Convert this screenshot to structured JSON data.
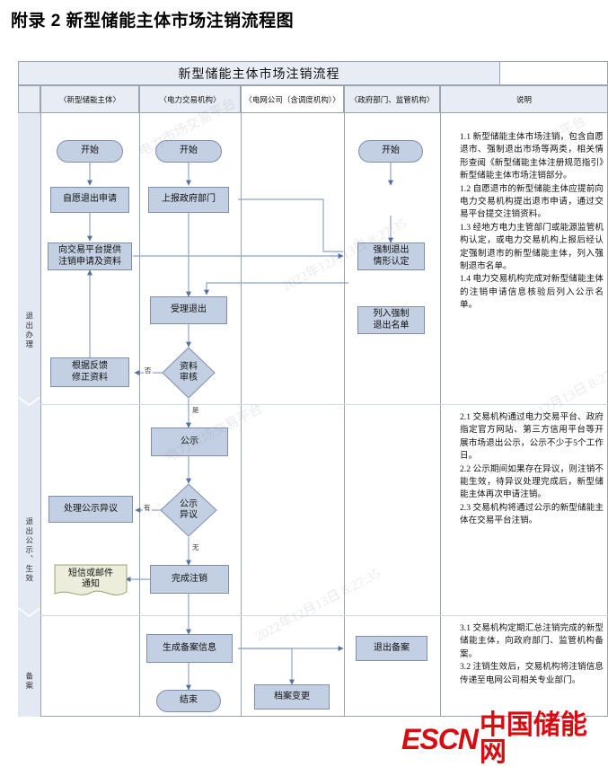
{
  "page": {
    "title": "附录 2  新型储能主体市场注销流程图",
    "logo_latin": "ESCN",
    "logo_cn": "中国储能网",
    "logo_color": "#d80b12"
  },
  "table": {
    "banner_title": "新型储能主体市场注销流程",
    "headers": [
      "",
      "〈新型储能主体〉",
      "〈电力交易机构〉",
      "〈电网公司（含调度机构）〉",
      "〈政府部门、监管机构〉",
      "说明"
    ],
    "stages": [
      "退出办理",
      "退出公示、生效",
      "备案"
    ]
  },
  "nodes": {
    "c1_start": "开始",
    "c1_voluntary": "自愿退出申请",
    "c1_provide": "向交易平台提供\n注销申请及资料",
    "c1_fix": "根据反馈\n修正资料",
    "c1_objection": "处理公示异议",
    "c1_notice": "短信或邮件\n通知",
    "c2_start": "开始",
    "c2_report": "上报政府部门",
    "c2_accept": "受理退出",
    "c2_review": "资料\n审核",
    "c2_publicity": "公示",
    "c2_pub_objection": "公示\n异议",
    "c2_finish": "完成注销",
    "c2_record_gen": "生成备案信息",
    "c2_end": "结束",
    "c3_archive": "档案变更",
    "c4_start": "开始",
    "c4_forced": "强制退出\n情形认定",
    "c4_list": "列入强制\n退出名单",
    "c4_record": "退出备案"
  },
  "edge_labels": {
    "review_yes": "是",
    "review_no": "否",
    "objection_yes": "有",
    "objection_no": "无"
  },
  "notes": {
    "section1": [
      "1.1 新型储能主体市场注销，包含自愿退市、强制退出市场等两类，相关情形查阅《新型储能主体注册规范指引》新型储能主体市场注销部分。",
      "1.2 自愿退市的新型储能主体应提前向电力交易机构提出退市申请，通过交易平台提交注销资料。",
      "1.3 经地方电力主管部门或能源监管机构认定，或电力交易机构上报后经认定强制退市的新型储能主体，列入强制退市名单。",
      "1.4 电力交易机构完成对新型储能主体的注销申请信息核验后列入公示名单。"
    ],
    "section2": [
      "2.1 交易机构通过电力交易平台、政府指定官方网站、第三方信用平台等开展市场退出公示，公示不少于5个工作日。",
      "2.2 公示期间如果存在异议，则注销不能生效，待异议处理完成后，新型储能主体再次申请注销。",
      "2.3 交易机构将通过公示的新型储能主体在交易平台注销。"
    ],
    "section3": [
      "3.1 交易机构定期汇总注销完成的新型储能主体，向政府部门、监管机构备案。",
      "3.2 注销生效后，交易机构将注销信息传递至电网公司相关专业部门。"
    ]
  },
  "watermarks": [
    "电力市场交易平台",
    "2022年12月13日 8:27:35",
    "电力市场交易平台",
    "2022年12月13日 8:27:35",
    "电力市场交易平台",
    "2022年12月13日 8:27:35"
  ]
}
